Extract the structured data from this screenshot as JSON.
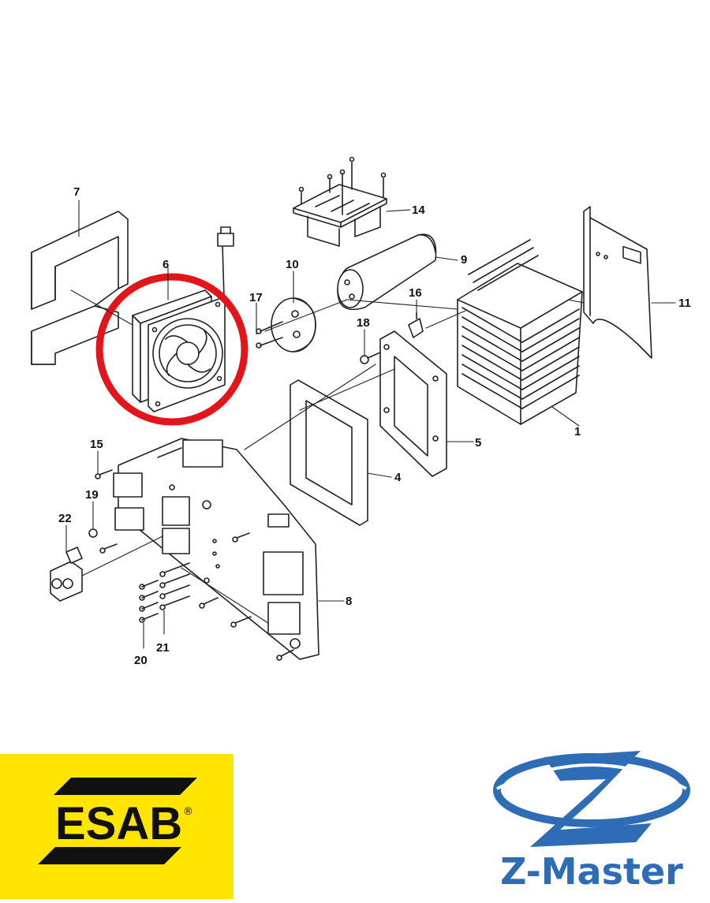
{
  "diagram": {
    "callouts": [
      {
        "id": "1",
        "label": "1"
      },
      {
        "id": "4",
        "label": "4"
      },
      {
        "id": "5",
        "label": "5"
      },
      {
        "id": "6",
        "label": "6"
      },
      {
        "id": "7",
        "label": "7"
      },
      {
        "id": "8",
        "label": "8"
      },
      {
        "id": "9",
        "label": "9"
      },
      {
        "id": "10",
        "label": "10"
      },
      {
        "id": "11",
        "label": "11"
      },
      {
        "id": "14",
        "label": "14"
      },
      {
        "id": "15",
        "label": "15"
      },
      {
        "id": "16",
        "label": "16"
      },
      {
        "id": "17",
        "label": "17"
      },
      {
        "id": "18",
        "label": "18"
      },
      {
        "id": "19",
        "label": "19"
      },
      {
        "id": "20",
        "label": "20"
      },
      {
        "id": "21",
        "label": "21"
      },
      {
        "id": "22",
        "label": "22"
      }
    ],
    "highlight_color": "#e3151a",
    "line_color": "#222222"
  },
  "logos": {
    "esab": {
      "text": "ESAB",
      "registered": "®",
      "bg_color": "#ffe500",
      "fg_color": "#111111"
    },
    "zmaster": {
      "text": "Z-Master",
      "color": "#2e6db5"
    }
  }
}
